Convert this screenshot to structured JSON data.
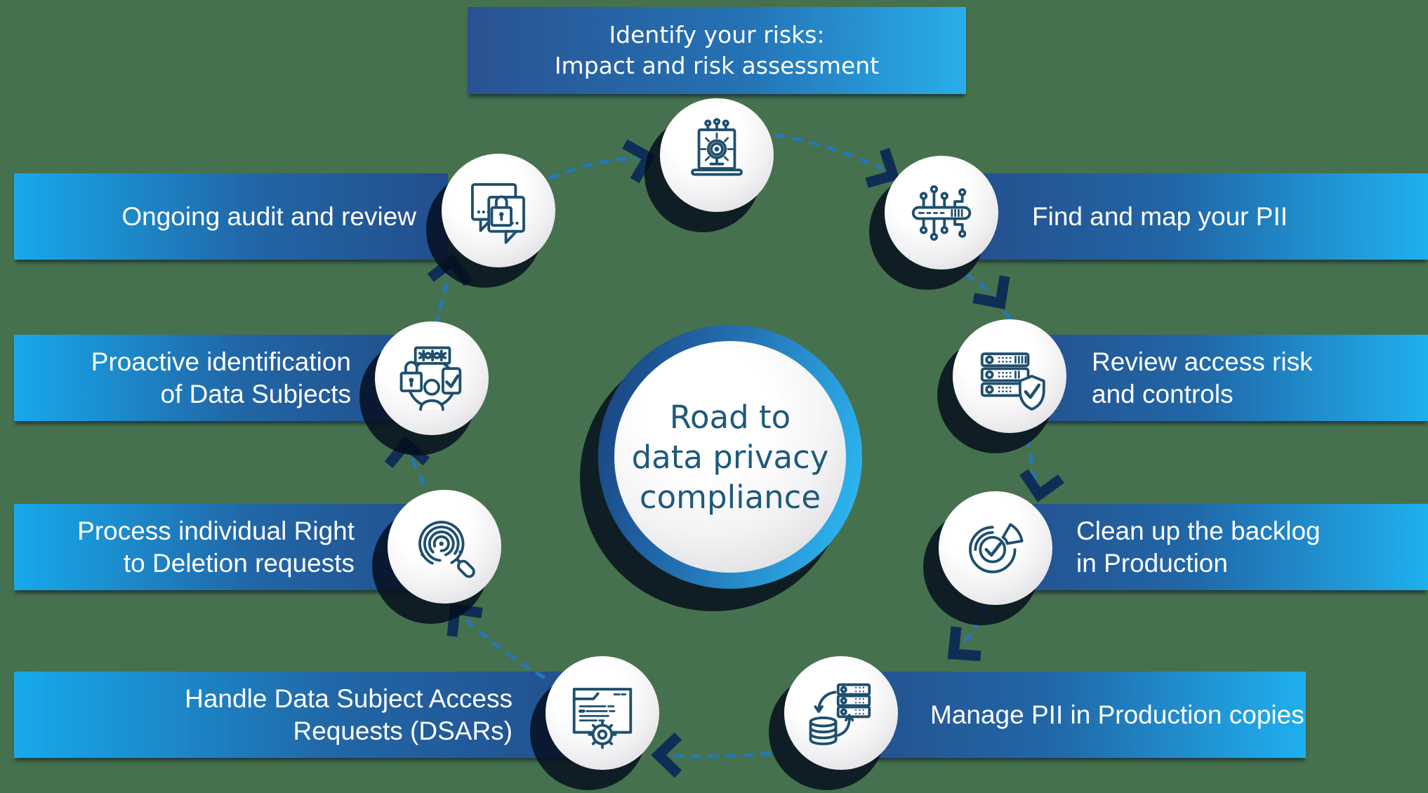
{
  "background_color": "#46714e",
  "center_circle": {
    "line1": "Road to",
    "line2": "data privacy",
    "line3": "compliance"
  },
  "steps": [
    {
      "key": "identify-risks",
      "line1": "Identify your risks:",
      "line2": "Impact and risk assessment",
      "icon": "laptop-impact-icon"
    },
    {
      "key": "find-map-pii",
      "line1": "Find and map your PII",
      "line2": "",
      "icon": "pii-circuit-icon"
    },
    {
      "key": "review-access",
      "line1": "Review access risk",
      "line2": "and controls",
      "icon": "server-shield-icon"
    },
    {
      "key": "clean-backlog",
      "line1": "Clean up the backlog",
      "line2": "in Production",
      "icon": "pie-check-icon"
    },
    {
      "key": "manage-pii",
      "line1": "Manage PII in Production copies",
      "line2": "",
      "icon": "database-sync-icon"
    },
    {
      "key": "handle-dsars",
      "line1": "Handle Data Subject Access",
      "line2": "Requests (DSARs)",
      "icon": "document-gear-icon"
    },
    {
      "key": "right-to-deletion",
      "line1": "Process individual Right",
      "line2": "to Deletion requests",
      "icon": "fingerprint-search-icon"
    },
    {
      "key": "proactive-identification",
      "line1": "Proactive identification",
      "line2": "of Data Subjects",
      "icon": "password-user-icon"
    },
    {
      "key": "ongoing-audit",
      "line1": "Ongoing audit and review",
      "line2": "",
      "icon": "chat-lock-icon"
    }
  ],
  "colors": {
    "background": "#46714e",
    "banner_dark_blue": "#234e8c",
    "banner_light_blue": "#1fb0ef",
    "banner_text": "#ffffff",
    "center_ring_dark": "#1a4784",
    "center_ring_light": "#2cb5f0",
    "center_text": "#1d5a7c",
    "icon_stroke": "#1e4f6e",
    "dash_line": "#2577ba",
    "arrow_chevron": "#0f2e56",
    "circle_shadow": "#040c1c"
  }
}
